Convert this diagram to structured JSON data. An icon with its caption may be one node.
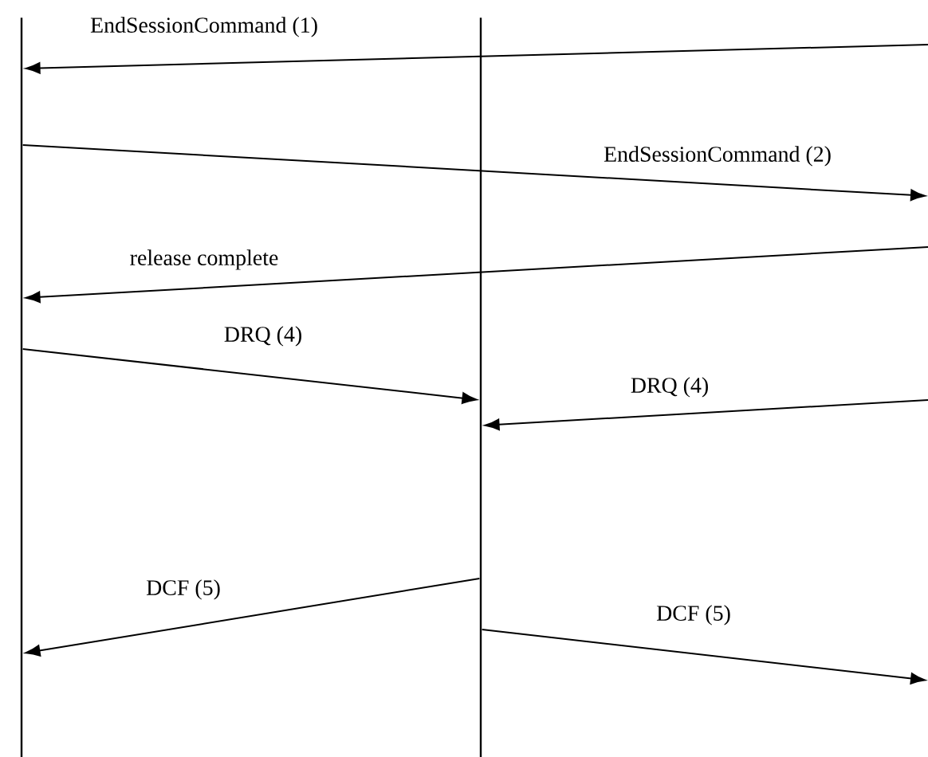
{
  "diagram": {
    "nodes": [
      {
        "text": [],
        "shape": "bar"
      },
      {
        "text": [],
        "shape": "bar"
      }
    ],
    "edges": [
      {
        "from": null,
        "to": 0,
        "arrow": "to",
        "label": "EndSessionCommand (1)"
      },
      {
        "from": 0,
        "to": null,
        "arrow": "to",
        "label": "EndSessionCommand (2)"
      },
      {
        "from": null,
        "to": 0,
        "arrow": "to",
        "label": "release complete"
      },
      {
        "from": 0,
        "to": 1,
        "arrow": "to",
        "label": "DRQ (4)"
      },
      {
        "from": null,
        "to": 1,
        "arrow": "to",
        "label": "DRQ (4)"
      },
      {
        "from": 1,
        "to": 0,
        "arrow": "to",
        "label": "DCF (5)"
      },
      {
        "from": 1,
        "to": null,
        "arrow": "to",
        "label": "DCF (5)"
      }
    ]
  }
}
